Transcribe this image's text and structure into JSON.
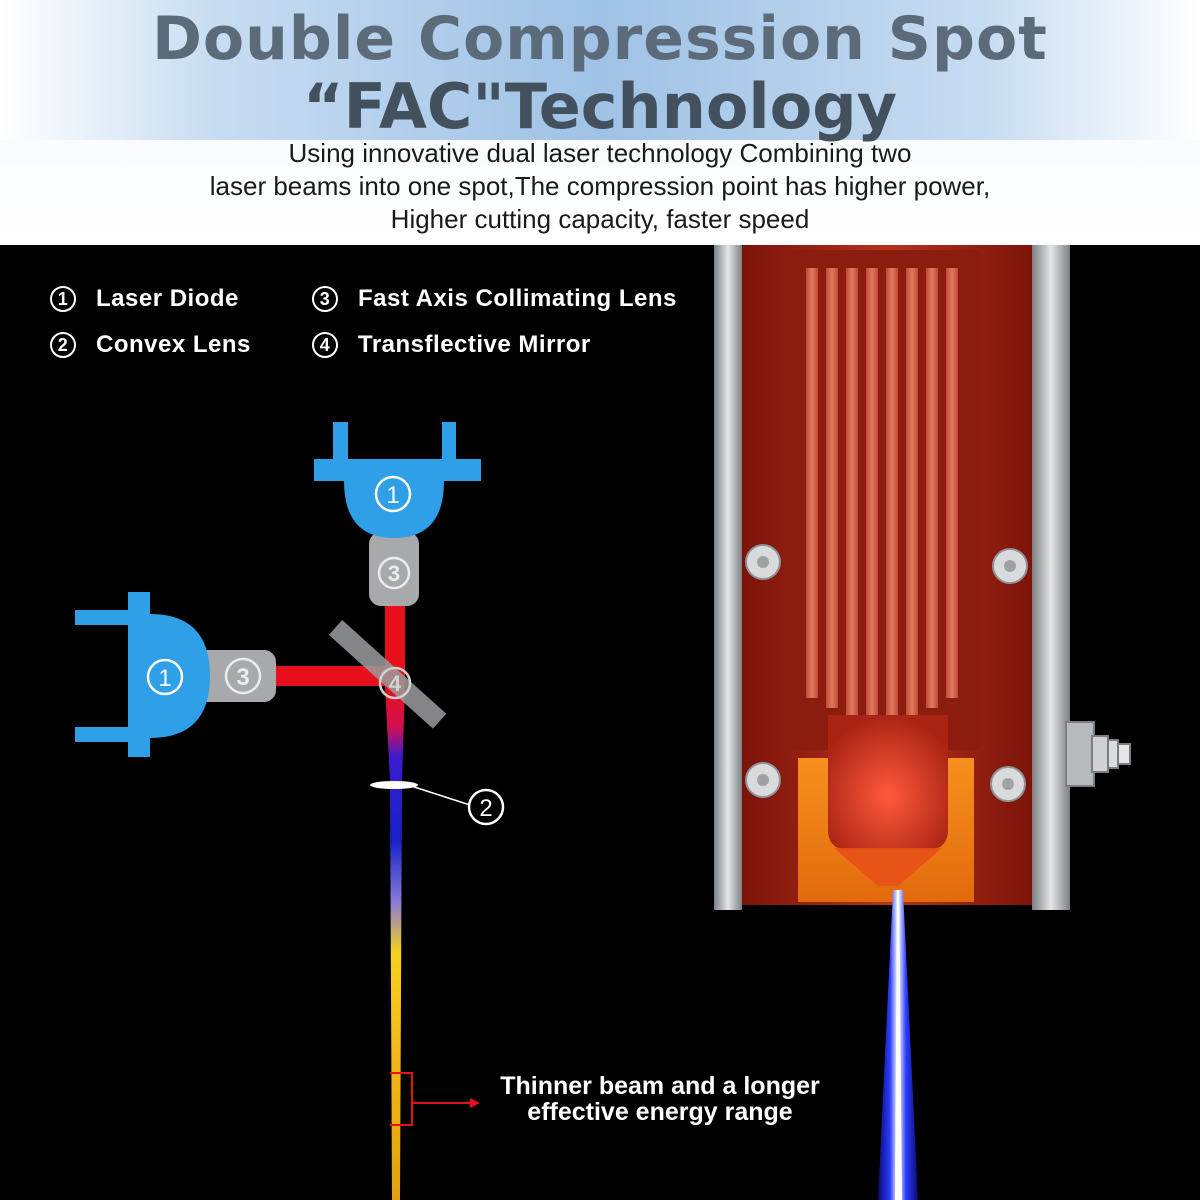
{
  "header": {
    "title_line1": "Double Compression Spot",
    "title_line2": "“FAC\"Technology",
    "description": [
      "Using innovative dual laser technology Combining two",
      "laser beams into one spot,The compression point has higher power,",
      "Higher cutting capacity, faster speed"
    ]
  },
  "legend": [
    {
      "number": "1",
      "label": "Laser Diode"
    },
    {
      "number": "3",
      "label": "Fast Axis Collimating Lens"
    },
    {
      "number": "2",
      "label": "Convex Lens"
    },
    {
      "number": "4",
      "label": "Transflective Mirror"
    }
  ],
  "diagram": {
    "diode_top_label": "1",
    "diode_left_label": "1",
    "lens_top_label": "3",
    "lens_left_label": "3",
    "mirror_label": "4",
    "convex_lens_label": "2",
    "annotation": [
      "Thinner beam and a longer",
      "effective energy range"
    ]
  },
  "colors": {
    "diode_blue": "#2fa0e8",
    "lens_gray": "#a7a9ad",
    "beam_red": "#e8101a",
    "beam_blue": "#1722c9",
    "beam_yellow": "#f6d21c",
    "housing_red": "#a92414",
    "nozzle_orange": "#f27a12"
  }
}
